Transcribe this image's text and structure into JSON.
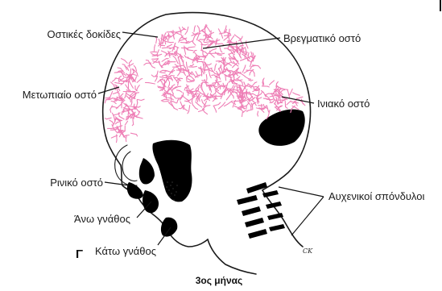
{
  "figure": {
    "panel_letter": "Γ",
    "caption": "3ος μήνας",
    "signature": "CK"
  },
  "labels": {
    "bony_trabeculae": "Οστικές δοκίδες",
    "parietal_bone": "Βρεγματικό οστό",
    "frontal_bone": "Μετωπιαίο οστό",
    "occipital_bone": "Ινιακό οστό",
    "nasal_bone": "Ρινικό οστό",
    "maxilla": "Άνω γνάθος",
    "mandible": "Κάτω γνάθος",
    "cervical_vertebrae": "Αυχενικοί σπόνδυλοι"
  },
  "colors": {
    "ossification": "#ee7fb6",
    "outline": "#1a1a1a",
    "cartilage_dark": "#000000"
  },
  "icons": {
    "panel_marker": "panel-letter"
  }
}
